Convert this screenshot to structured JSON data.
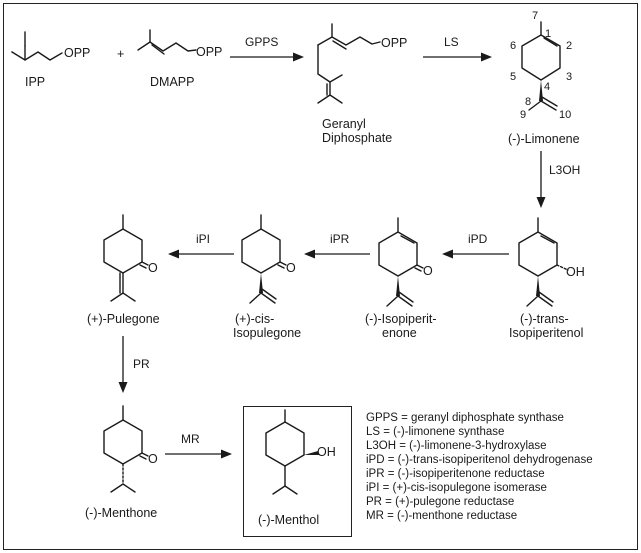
{
  "compounds": {
    "ipp": "IPP",
    "dmapp": "DMAPP",
    "plus": "+",
    "gpp_line1": "Geranyl",
    "gpp_line2": "Diphosphate",
    "limonene": "(-)-Limonene",
    "trans_isopiperitenol_line1": "(-)-trans-",
    "trans_isopiperitenol_line2": "Isopiperitenol",
    "isopiperitenone_line1": "(-)-Isopiperit-",
    "isopiperitenone_line2": "enone",
    "cis_isopulegone_line1": "(+)-cis-",
    "cis_isopulegone_line2": "Isopulegone",
    "pulegone": "(+)-Pulegone",
    "menthone": "(-)-Menthone",
    "menthol": "(-)-Menthol"
  },
  "atoms": {
    "opp": "OPP",
    "o": "O",
    "oh": "OH"
  },
  "limonene_numbers": [
    "1",
    "2",
    "3",
    "4",
    "5",
    "6",
    "7",
    "8",
    "9",
    "10"
  ],
  "enzymes": {
    "gpps": "GPPS",
    "ls": "LS",
    "l3oh": "L3OH",
    "ipd": "iPD",
    "ipr": "iPR",
    "ipi": "iPI",
    "pr": "PR",
    "mr": "MR"
  },
  "legend": [
    "GPPS = geranyl diphosphate synthase",
    "LS = (-)-limonene synthase",
    "L3OH = (-)-limonene-3-hydroxylase",
    "iPD = (-)-trans-isopiperitenol dehydrogenase",
    "iPR = (-)-isopiperitenone reductase",
    "iPI = (+)-cis-isopulegone isomerase",
    "PR = (+)-pulegone reductase",
    "MR = (-)-menthone reductase"
  ]
}
